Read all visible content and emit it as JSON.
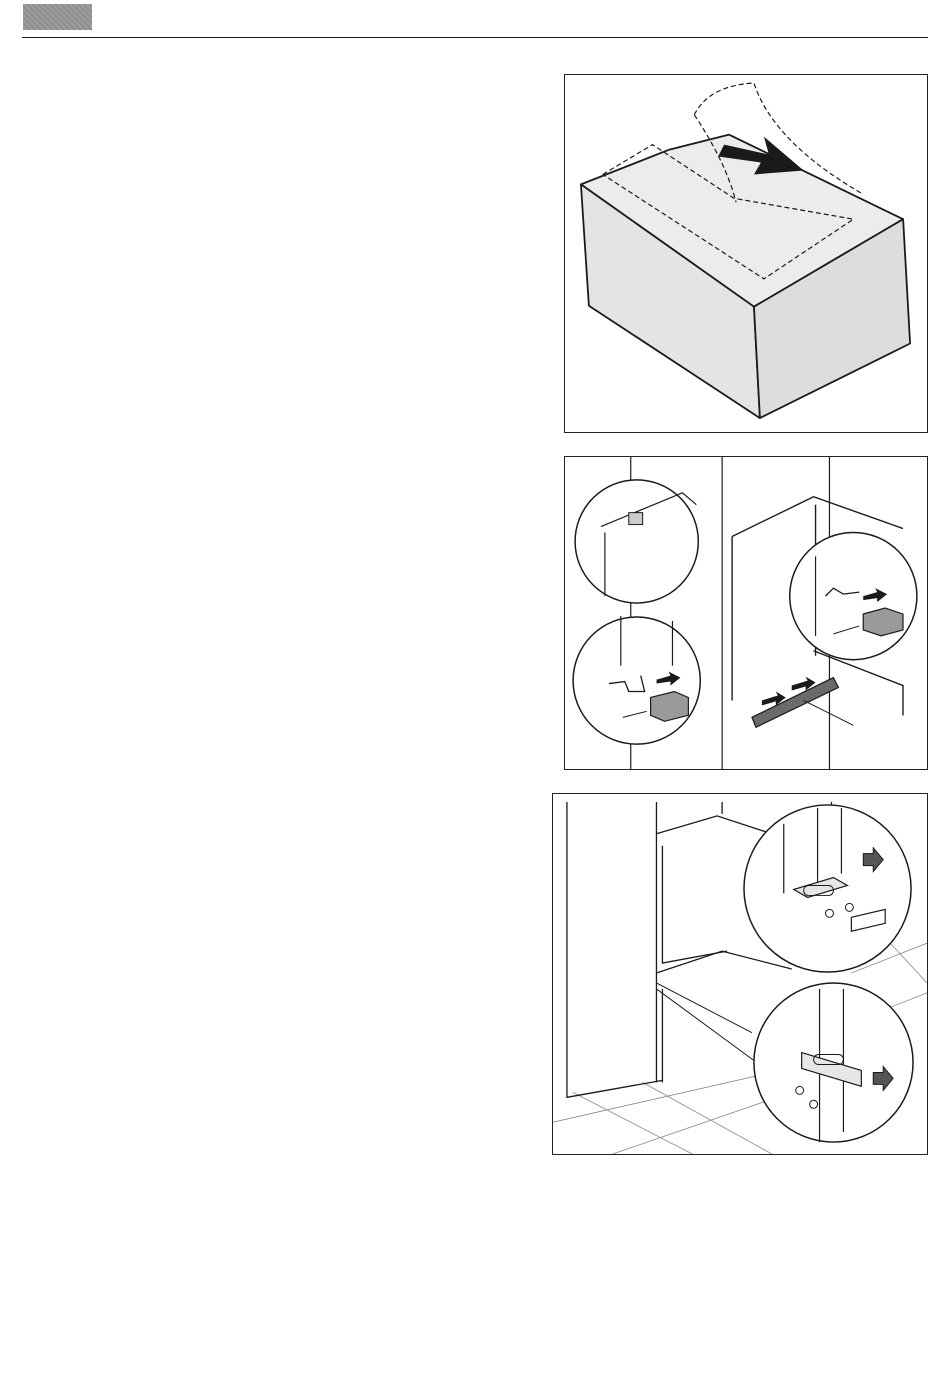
{
  "header": {
    "section_tab_color": "#969696",
    "rule_color": "#1a1a1a"
  },
  "figures": [
    {
      "id": "fig1",
      "icon": "remove-protective-film-illustration"
    },
    {
      "id": "fig2",
      "icon": "fit-door-hinge-covers-illustration"
    },
    {
      "id": "fig3",
      "icon": "fix-door-sliding-brackets-illustration"
    }
  ],
  "colors": {
    "line": "#1a1a1a",
    "fill_gray": "#e6e6e6",
    "fill_dark": "#9a9a9a"
  }
}
